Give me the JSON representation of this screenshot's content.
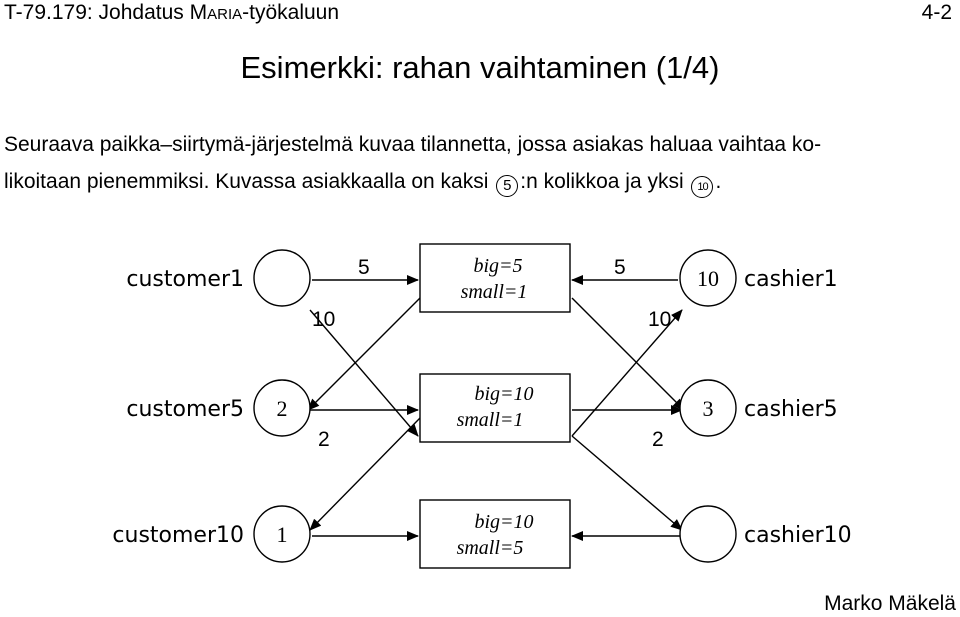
{
  "header": {
    "left_prefix": "T-79.179: Johdatus M",
    "left_smallcaps": "ARIA",
    "left_suffix": "-työkaluun",
    "page_number": "4-2"
  },
  "slide_title": "Esimerkki: rahan vaihtaminen (1/4)",
  "paragraph": {
    "line1": "Seuraava paikka–siirtymä-järjestelmä kuvaa tilannetta, jossa asiakas haluaa vaihtaa ko-",
    "line2_a": "likoitaan pienemmiksi. Kuvassa asiakkaalla on kaksi ",
    "coin_5": "5",
    "line2_b": ":n kolikkoa ja yksi ",
    "coin_10": "10",
    "line2_c": "."
  },
  "diagram": {
    "customer_places": [
      {
        "label": "customer1",
        "tokens": ""
      },
      {
        "label": "customer5",
        "tokens": "2"
      },
      {
        "label": "customer10",
        "tokens": "1"
      }
    ],
    "cashier_places": [
      {
        "label": "cashier1",
        "tokens": "10"
      },
      {
        "label": "cashier5",
        "tokens": "3"
      },
      {
        "label": "cashier10",
        "tokens": ""
      }
    ],
    "transitions": [
      {
        "guard_big": "big=5",
        "guard_small": "small=1"
      },
      {
        "guard_big": "big=10",
        "guard_small": "small=1"
      },
      {
        "guard_big": "big=10",
        "guard_small": "small=5"
      }
    ],
    "arc_labels": {
      "t1_left_in": "5",
      "t1_left_out": "10",
      "t1_right_in": "5",
      "t1_right_out": "10",
      "t2_left": "2",
      "t2_right": "2"
    }
  },
  "author": "Marko Mäkelä"
}
